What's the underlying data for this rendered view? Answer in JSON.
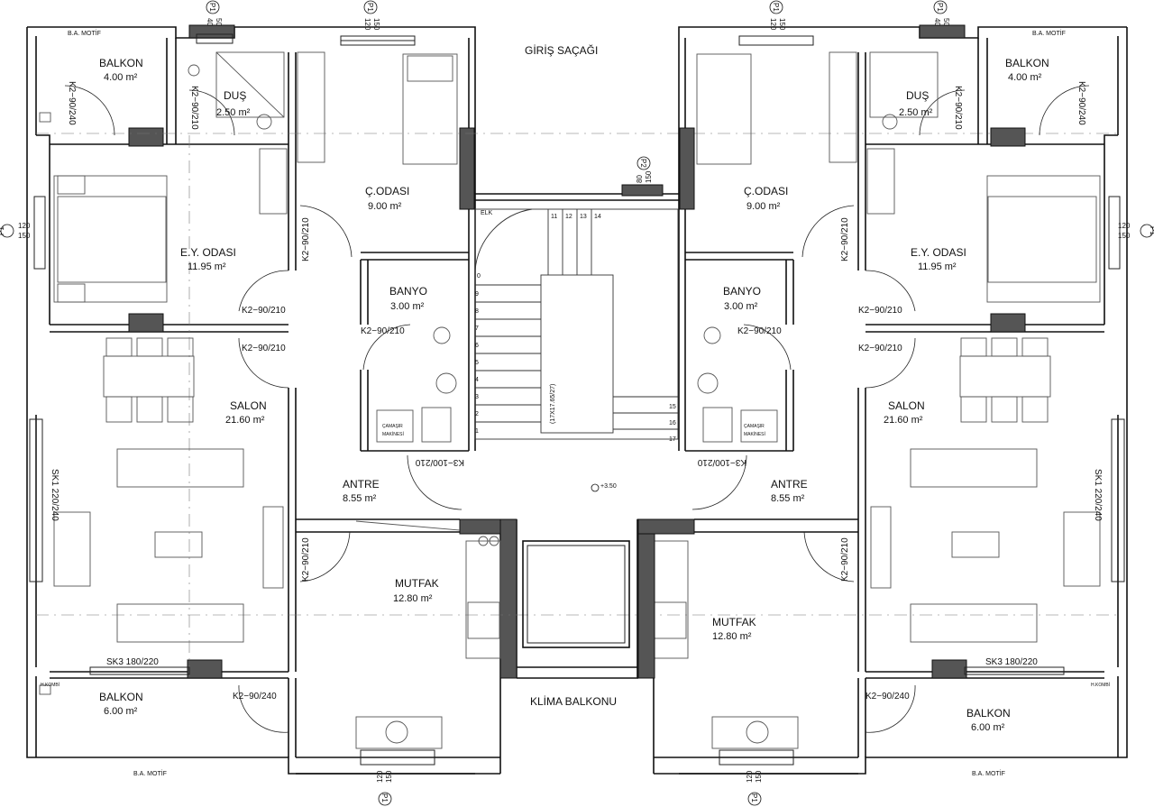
{
  "plan": {
    "center": {
      "entrance_canopy": "GİRİŞ SAÇAĞI",
      "ac_balcony": "KLİMA BALKONU",
      "level": "+3.50",
      "elevator": "ELK",
      "stair_size": "(17X17.65/27)",
      "stair_steps": [
        "0",
        "1",
        "2",
        "3",
        "4",
        "5",
        "6",
        "7",
        "8",
        "9",
        "11",
        "12",
        "13",
        "14",
        "15",
        "16",
        "17"
      ],
      "p2_tag": "P2",
      "p2_top": "80",
      "p2_bottom": "150"
    },
    "rooms": {
      "balkon_small": "BALKON",
      "balkon_small_area": "4.00 m²",
      "dus": "DUŞ",
      "dus_area": "2.50 m²",
      "cocuk": "Ç.ODASI",
      "cocuk_area": "9.00 m²",
      "ebeveyn": "E.Y. ODASI",
      "ebeveyn_area": "11.95 m²",
      "banyo": "BANYO",
      "banyo_area": "3.00 m²",
      "salon": "SALON",
      "salon_area": "21.60 m²",
      "antre": "ANTRE",
      "antre_area": "8.55 m²",
      "mutfak": "MUTFAK",
      "mutfak_area": "12.80 m²",
      "balkon_large": "BALKON",
      "balkon_large_area": "6.00 m²"
    },
    "labels": {
      "motif": "B.A. MOTİF",
      "camasir": "ÇAMAŞIR",
      "makinesi": "MAKİNESİ",
      "kombi": "H.KOMBİ",
      "p1": "P1",
      "p1_top": "120",
      "p1_bottom": "150",
      "vent_top": "40",
      "vent_bottom": "50",
      "sk1": "SK1  220/240",
      "sk3": "SK3  180/220"
    },
    "doors": {
      "k2_90_240": "K2−90/240",
      "k2_90_210": "K2−90/210",
      "k3_100_210": "K3−100/210"
    }
  }
}
